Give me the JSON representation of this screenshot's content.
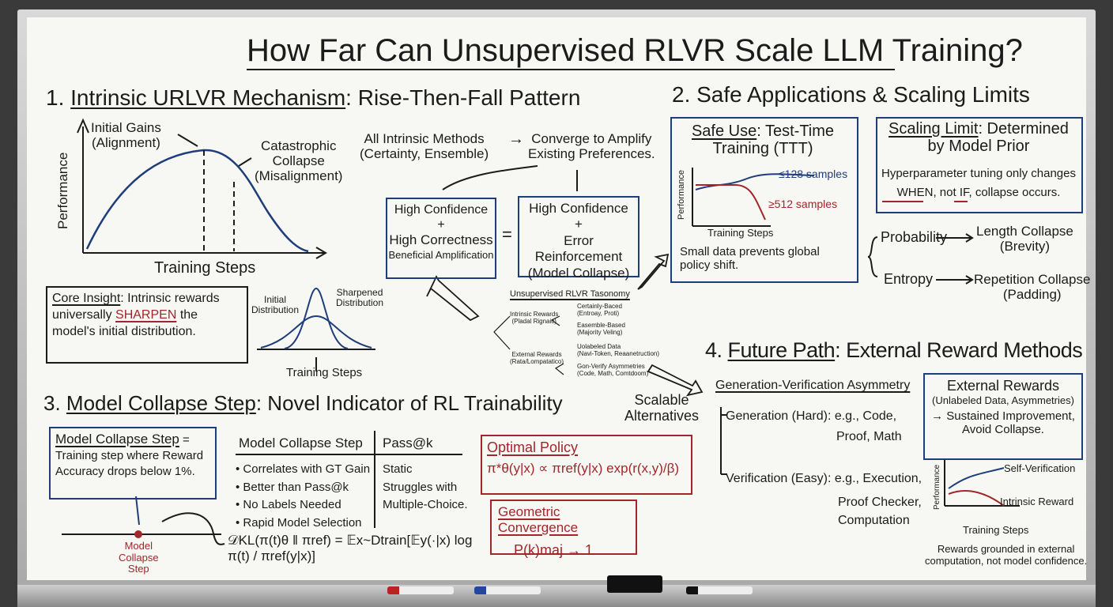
{
  "title": "How Far Can Unsupervised RLVR Scale LLM Training?",
  "s1": {
    "heading_num": "1.",
    "heading_u": "Intrinsic URLVR Mechanism",
    "heading_rest": ": Rise-Then-Fall Pattern",
    "graph": {
      "ylabel": "Performance",
      "xlabel": "Training Steps",
      "gain": "Initial Gains\n(Alignment)",
      "collapse": "Catastrophic\nCollapse\n(Misalignment)"
    },
    "flow": {
      "all": "All Intrinsic Methods\n(Certainty, Ensemble)",
      "arrow": "→",
      "converge": "Converge to Amplify\nExisting Preferences.",
      "left_box": {
        "l1": "High Confidence",
        "l2": "+",
        "l3": "High Correctness",
        "l4": "Beneficial Amplification"
      },
      "eq": "=",
      "right_box": {
        "l1": "High Confidence",
        "l2": "+",
        "l3": "Error Reinforcement",
        "l4": "(Model Collapse)"
      }
    },
    "insight": {
      "u": "Core Insight",
      "rest": ": Intrinsic rewards\nuniversally ",
      "sharpen": "SHARPEN",
      "end": " the\nmodel's initial distribution."
    },
    "dist": {
      "initial": "Initial\nDistribution",
      "sharpened": "Sharpened\nDistribution",
      "xlabel": "Training Steps"
    },
    "taxonomy": {
      "title": "Unsupervised RLVR Tasonomy",
      "intrinsic": "Intrinsic Rewards\n(Pladal Rignaic)",
      "certainty": "Certainly-Baced\n(Entroay, Proti)",
      "ensemble": "Easemble-Based\n(Majority Veling)",
      "external": "External Rewards\n(Rata/Lompatatico)",
      "unlabeled": "Uolabeled Data\n(Navi-Token, Reaanetruction)",
      "genverify": "Gon-Verify Asymmetries\n(Code, Math, Comtdoom)"
    }
  },
  "s2": {
    "heading": "2. Safe Applications & Scaling Limits",
    "safe": {
      "u": "Safe Use",
      "rest": ": Test-Time\nTraining (TTT)",
      "ylabel": "Performance",
      "xlabel": "Training Steps",
      "small": "≤128 samples",
      "large": "≥512 samples",
      "note": "Small data prevents global\npolicy shift."
    },
    "limit": {
      "u": "Scaling Limit",
      "rest": ": Determined\nby Model Prior",
      "l1": "Hyperparameter tuning only changes",
      "when": "WHEN",
      "mid": ", not ",
      "if": "IF",
      "end": ", collapse occurs."
    },
    "prob": "Probability",
    "prob_res": "Length Collapse\n(Brevity)",
    "ent": "Entropy",
    "ent_res": "Repetition Collapse\n(Padding)"
  },
  "s3": {
    "heading_num": "3.",
    "heading_u": "Model Collapse Step",
    "heading_rest": ": Novel Indicator of RL Trainability",
    "def": {
      "u": "Model Collapse Step",
      "rest": " =\nTraining step where Reward\nAccuracy drops below 1%."
    },
    "timeline": "Model\nCollapse\nStep",
    "table": {
      "h1": "Model Collapse Step",
      "h2": "Pass@k",
      "col1": [
        "• Correlates with GT Gain",
        "• Better than Pass@k",
        "• No Labels Needed",
        "• Rapid Model Selection"
      ],
      "col2": "Static\nStruggles with\nMultiple-Choice."
    },
    "kl": "𝒟KL(π(t)θ ‖ πref) = 𝔼x~Dtrain[𝔼y(·|x) log π(t) / πref(y|x)]",
    "optimal": {
      "title": "Optimal Policy",
      "formula": "π*θ(y|x) ∝ πref(y|x) exp(r(x,y)/β)"
    },
    "geo": {
      "title": "Geometric Convergence",
      "formula": "P(k)maj → 1"
    },
    "scalable": "Scalable\nAlternatives"
  },
  "s4": {
    "heading": "4. Future Path: External Reward Methods",
    "heading_num": "4.",
    "heading_u": "Future Path",
    "heading_rest": ": External Reward Methods",
    "asym": "Generation-Verification Asymmetry",
    "gen": "Generation (Hard): e.g., Code,",
    "gen2": "Proof, Math",
    "ver": "Verification (Easy): e.g., Execution,",
    "ver2": "Proof Checker,\nComputation",
    "ext": {
      "title": "External Rewards",
      "sub": "(Unlabeled Data, Asymmetries)",
      "l1": "→ Sustained Improvement,",
      "l2": "Avoid Collapse."
    },
    "chart": {
      "ylabel": "Performance",
      "xlabel": "Training Steps",
      "self": "Self-Verification",
      "intr": "Intrinsic Reward"
    },
    "note": "Rewards grounded in external\ncomputation, not model confidence."
  },
  "colors": {
    "blue": "#1f3d7a",
    "red": "#a3262a",
    "ink": "#1b1b1b"
  }
}
